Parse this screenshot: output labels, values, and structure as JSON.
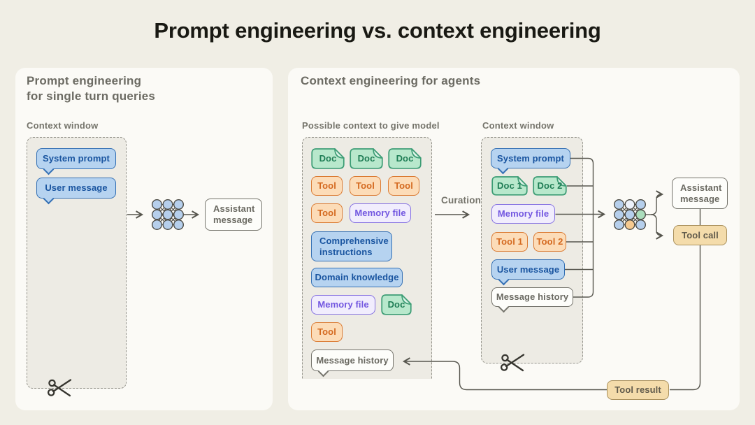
{
  "title": "Prompt engineering vs. context engineering",
  "left": {
    "heading_line1": "Prompt engineering",
    "heading_line2": "for single turn queries",
    "context_window_label": "Context window",
    "items": [
      {
        "label": "System prompt"
      },
      {
        "label": "User message"
      }
    ],
    "output_label": "Assistant message"
  },
  "right": {
    "heading": "Context engineering for agents",
    "pool_label": "Possible context to give model",
    "pool_items": [
      {
        "label": "Doc"
      },
      {
        "label": "Doc"
      },
      {
        "label": "Doc"
      },
      {
        "label": "Tool"
      },
      {
        "label": "Tool"
      },
      {
        "label": "Tool"
      },
      {
        "label": "Tool"
      },
      {
        "label": "Memory file"
      },
      {
        "label": "Comprehensive instructions"
      },
      {
        "label": "Domain knowledge"
      },
      {
        "label": "Memory file"
      },
      {
        "label": "Doc"
      },
      {
        "label": "Tool"
      },
      {
        "label": "Message history"
      }
    ],
    "curation_label": "Curation",
    "context_window_label": "Context window",
    "window_items": [
      {
        "label": "System prompt"
      },
      {
        "label": "Doc 1"
      },
      {
        "label": "Doc 2"
      },
      {
        "label": "Memory file"
      },
      {
        "label": "Tool 1"
      },
      {
        "label": "Tool 2"
      },
      {
        "label": "User message"
      },
      {
        "label": "Message history"
      }
    ],
    "assistant_label": "Assistant message",
    "tool_call_label": "Tool call",
    "tool_result_label": "Tool result"
  },
  "colors": {
    "page_bg": "#f0eee5",
    "card_bg": "#fbfaf6",
    "title_text": "#191913",
    "heading_text": "#6c6b63",
    "label_text": "#75746b",
    "dashed_fill": "#edebe4",
    "dashed_border": "#94938b",
    "wire": "#57564e",
    "blue_fill": "#b6d3f0",
    "blue_border": "#3470b4",
    "blue_text": "#1a55a0",
    "green_fill": "#b8e8cc",
    "green_border": "#3d9d75",
    "green_text": "#1f7d55",
    "orange_fill": "#fcdcb8",
    "orange_border": "#db7b33",
    "orange_text": "#d4691f",
    "purple_fill": "#f1edfd",
    "purple_border": "#8672e2",
    "purple_text": "#7257e0",
    "white_fill": "#fdfdfa",
    "white_border": "#74736b",
    "gray_text": "#6b6a62",
    "tan_fill": "#f4dcab",
    "tan_border": "#a9905c",
    "tan_text": "#615b4c",
    "nn_node": "#b6cfec",
    "nn_node_alt_white": "#edf2fb",
    "nn_node_alt_green": "#abddbc",
    "nn_node_alt_orange": "#f6ca90",
    "scissors": "#36352f"
  }
}
